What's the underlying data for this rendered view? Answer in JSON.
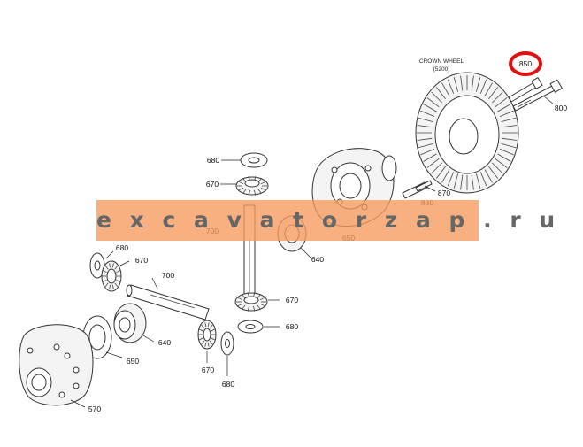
{
  "diagram": {
    "crown_wheel_title": "CROWN WHEEL",
    "crown_wheel_code": "(5200)",
    "highlight_color": "#e01010",
    "labels": {
      "l850_top": "850",
      "l800": "800",
      "l870": "870",
      "l860": "860",
      "l680_a": "680",
      "l670_a": "670",
      "l700_a": "700",
      "l650_a": "650",
      "l640_a": "640",
      "l680_b": "680",
      "l670_b": "670",
      "l700_b": "700",
      "l670_c": "670",
      "l680_c": "680",
      "l640_b": "640",
      "l650_b": "650",
      "l670_d": "670",
      "l680_d": "680",
      "l570": "570"
    }
  },
  "watermark": {
    "text": "e x c a v a t o r z a p . r u",
    "color": "#f79a5e"
  }
}
